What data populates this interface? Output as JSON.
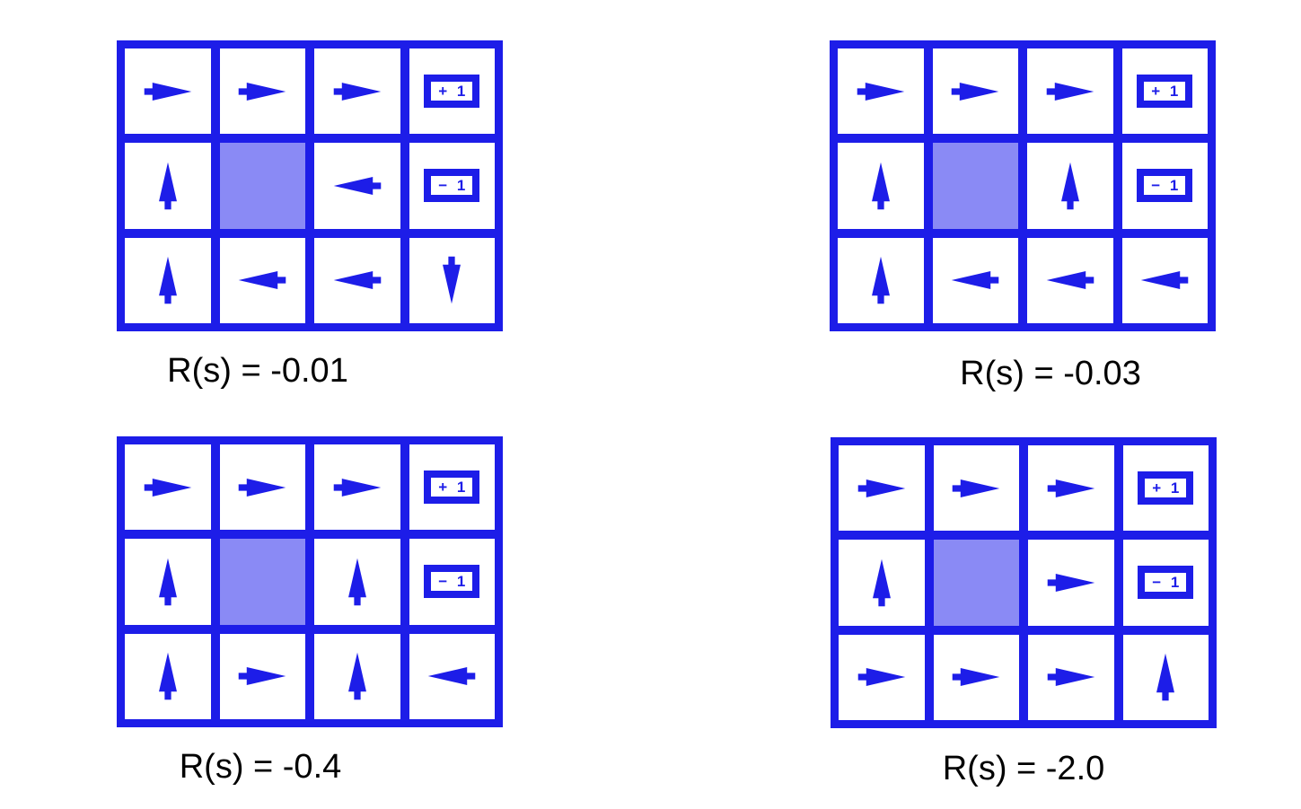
{
  "figure": {
    "colors": {
      "blue": "#1d1de8",
      "wall": "#8a8af5",
      "background": "#ffffff",
      "caption_text": "#000000"
    }
  },
  "terminals": {
    "plus1": "+ 1",
    "minus1": "− 1"
  },
  "panels": [
    {
      "id": "policy-grid-r-minus-0-01",
      "caption": "R(s) = -0.01",
      "cells": [
        [
          "right",
          "right",
          "right",
          "plus1"
        ],
        [
          "up",
          "wall",
          "left",
          "minus1"
        ],
        [
          "up",
          "left",
          "left",
          "down"
        ]
      ]
    },
    {
      "id": "policy-grid-r-minus-0-03",
      "caption": "R(s) = -0.03",
      "cells": [
        [
          "right",
          "right",
          "right",
          "plus1"
        ],
        [
          "up",
          "wall",
          "up",
          "minus1"
        ],
        [
          "up",
          "left",
          "left",
          "left"
        ]
      ]
    },
    {
      "id": "policy-grid-r-minus-0-4",
      "caption": "R(s) = -0.4",
      "cells": [
        [
          "right",
          "right",
          "right",
          "plus1"
        ],
        [
          "up",
          "wall",
          "up",
          "minus1"
        ],
        [
          "up",
          "right",
          "up",
          "left"
        ]
      ]
    },
    {
      "id": "policy-grid-r-minus-2-0",
      "caption": "R(s) = -2.0",
      "cells": [
        [
          "right",
          "right",
          "right",
          "plus1"
        ],
        [
          "up",
          "wall",
          "right",
          "minus1"
        ],
        [
          "right",
          "right",
          "right",
          "up"
        ]
      ]
    }
  ]
}
